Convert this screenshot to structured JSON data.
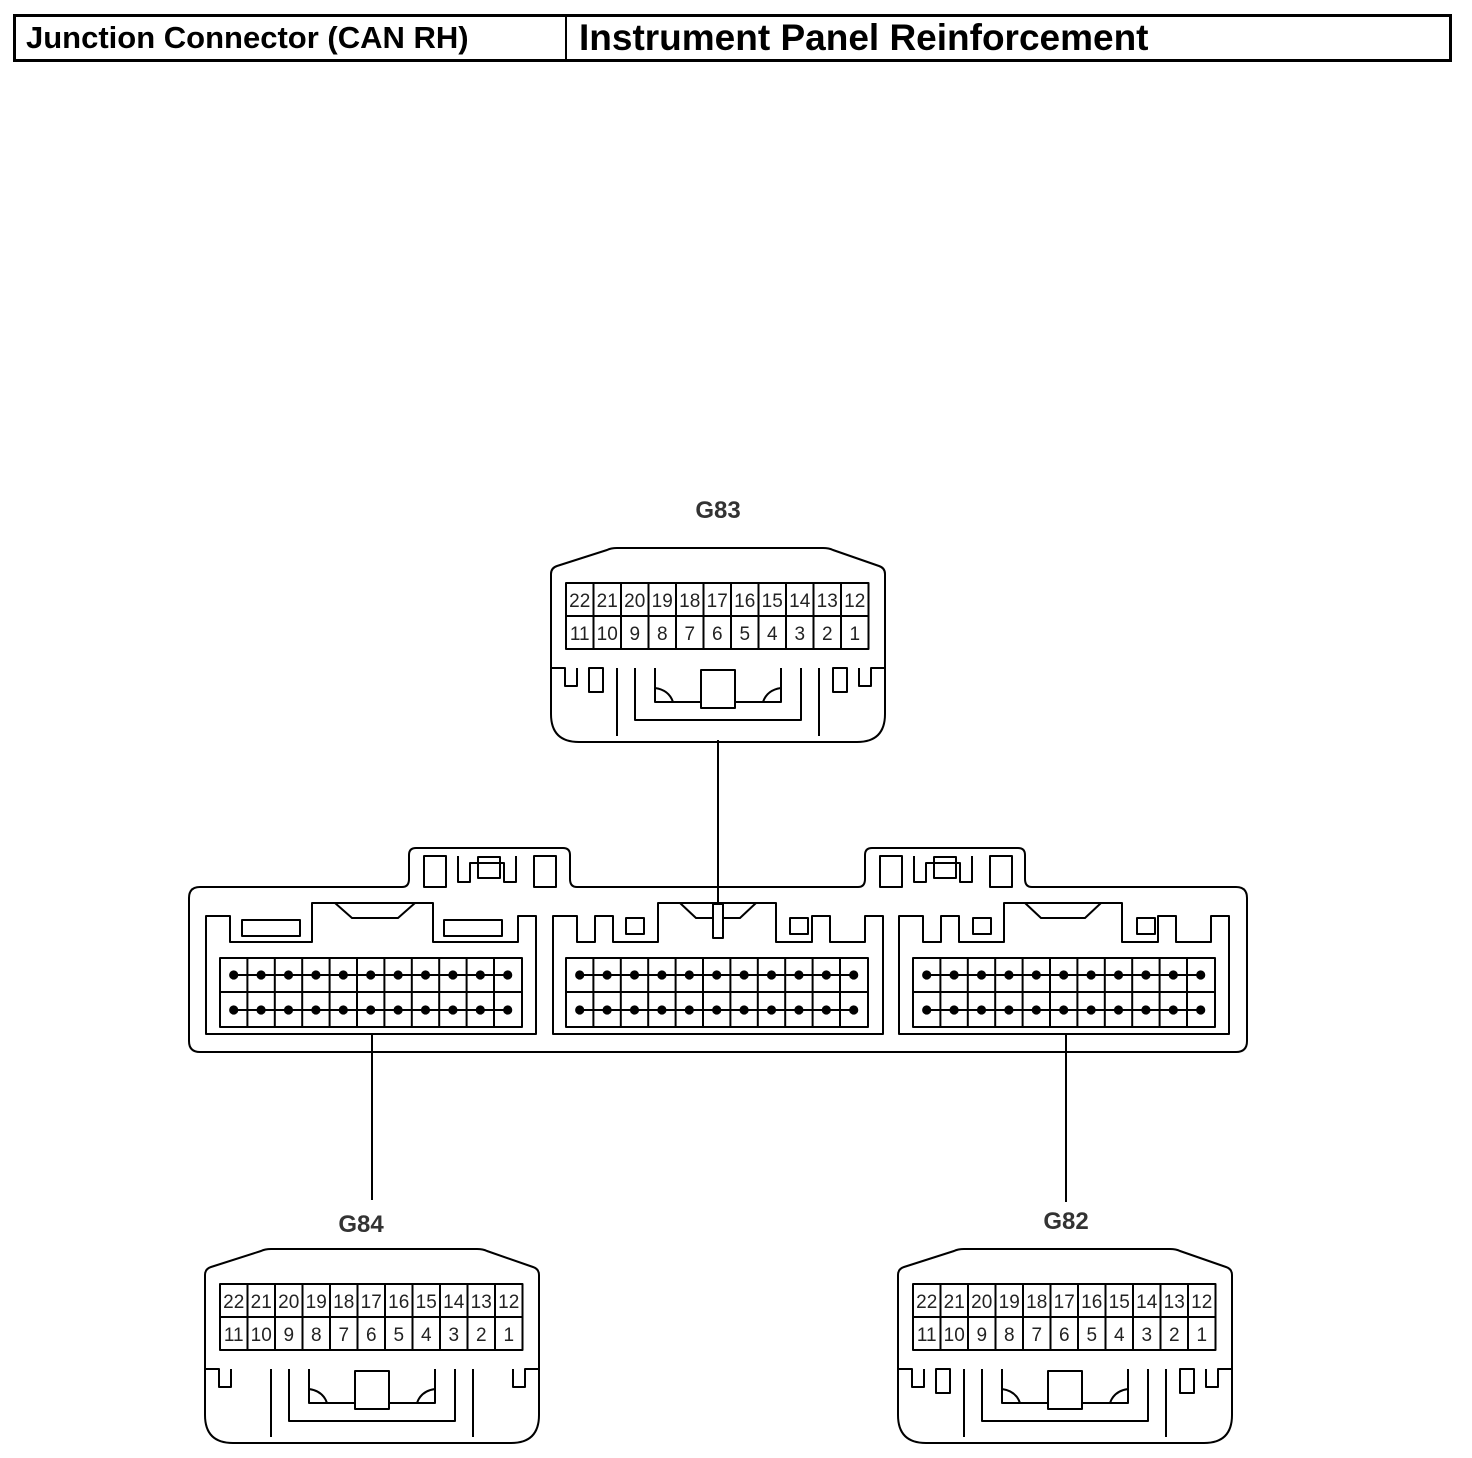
{
  "header": {
    "component": "Junction Connector (CAN RH)",
    "location": "Instrument Panel Reinforcement"
  },
  "connectors": [
    {
      "id": "g83",
      "label": "G83",
      "top_row": [
        "22",
        "21",
        "20",
        "19",
        "18",
        "17",
        "16",
        "15",
        "14",
        "13",
        "12"
      ],
      "bottom_row": [
        "11",
        "10",
        "9",
        "8",
        "7",
        "6",
        "5",
        "4",
        "3",
        "2",
        "1"
      ]
    },
    {
      "id": "g84",
      "label": "G84",
      "top_row": [
        "22",
        "21",
        "20",
        "19",
        "18",
        "17",
        "16",
        "15",
        "14",
        "13",
        "12"
      ],
      "bottom_row": [
        "11",
        "10",
        "9",
        "8",
        "7",
        "6",
        "5",
        "4",
        "3",
        "2",
        "1"
      ]
    },
    {
      "id": "g82",
      "label": "G82",
      "top_row": [
        "22",
        "21",
        "20",
        "19",
        "18",
        "17",
        "16",
        "15",
        "14",
        "13",
        "12"
      ],
      "bottom_row": [
        "11",
        "10",
        "9",
        "8",
        "7",
        "6",
        "5",
        "4",
        "3",
        "2",
        "1"
      ]
    }
  ]
}
